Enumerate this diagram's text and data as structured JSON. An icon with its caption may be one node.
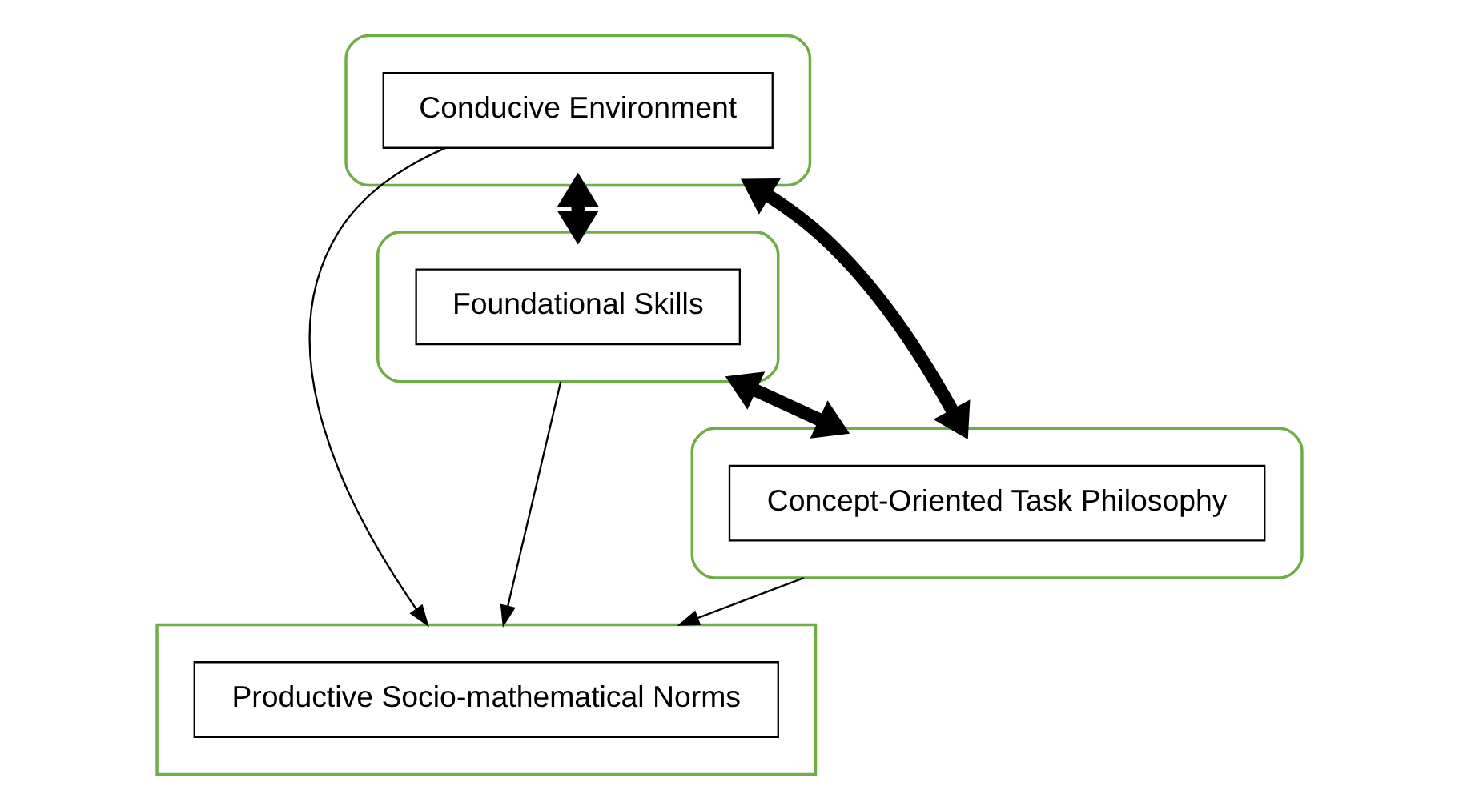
{
  "diagram": {
    "nodes": [
      {
        "text": [],
        "shape": "ellipse"
      },
      {
        "text": [
          "Conducive Environment"
        ],
        "in": 0
      },
      {
        "text": [],
        "shape": "box"
      },
      {
        "text": [
          "Productive Socio-mathematical Norms"
        ],
        "in": 2
      },
      {
        "text": [],
        "shape": "ellipse"
      },
      {
        "text": [
          "Foundational Skills"
        ],
        "in": 4
      },
      {
        "text": [],
        "shape": "ellipse"
      },
      {
        "text": [
          "Concept-Oriented Task Philosophy"
        ],
        "in": 6
      }
    ],
    "edges": [
      {
        "from": 0,
        "to": 4,
        "arrow": "both",
        "style": "thick"
      },
      {
        "from": 0,
        "to": 6,
        "arrow": "both",
        "style": "thick"
      },
      {
        "from": 4,
        "to": 6,
        "arrow": "both",
        "style": "thick"
      },
      {
        "from": 1,
        "to": 2,
        "arrow": "to"
      },
      {
        "from": 4,
        "to": 2,
        "arrow": "to"
      },
      {
        "from": 6,
        "to": 2,
        "arrow": "to"
      }
    ]
  }
}
